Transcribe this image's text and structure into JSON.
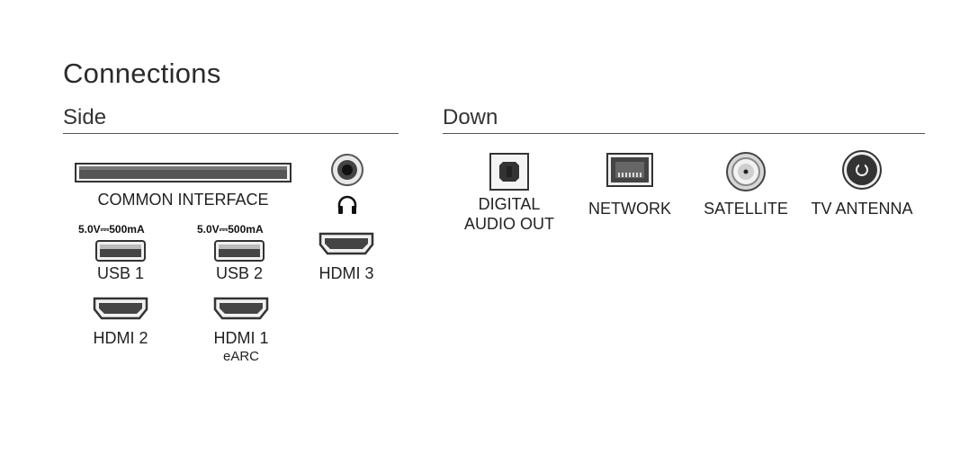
{
  "title": "Connections",
  "sections": {
    "side": "Side",
    "down": "Down"
  },
  "side": {
    "common_interface": "COMMON INTERFACE",
    "usb1": {
      "spec": "5.0V⎓500mA",
      "label": "USB 1"
    },
    "usb2": {
      "spec": "5.0V⎓500mA",
      "label": "USB 2"
    },
    "hdmi3": "HDMI 3",
    "hdmi2": "HDMI 2",
    "hdmi1": {
      "label": "HDMI 1",
      "sub": "eARC"
    }
  },
  "down": {
    "digital_audio_out": {
      "line1": "DIGITAL",
      "line2": "AUDIO OUT"
    },
    "network": "NETWORK",
    "satellite": "SATELLITE",
    "tv_antenna": "TV ANTENNA"
  },
  "icons": [
    "common-interface-slot-icon",
    "headphone-jack-icon",
    "headphone-icon",
    "usb-port-icon",
    "hdmi-port-icon",
    "optical-port-icon",
    "ethernet-port-icon",
    "satellite-connector-icon",
    "antenna-connector-icon"
  ],
  "colors": {
    "text": "#222222",
    "rule": "#555555",
    "port_dark": "#333333"
  }
}
